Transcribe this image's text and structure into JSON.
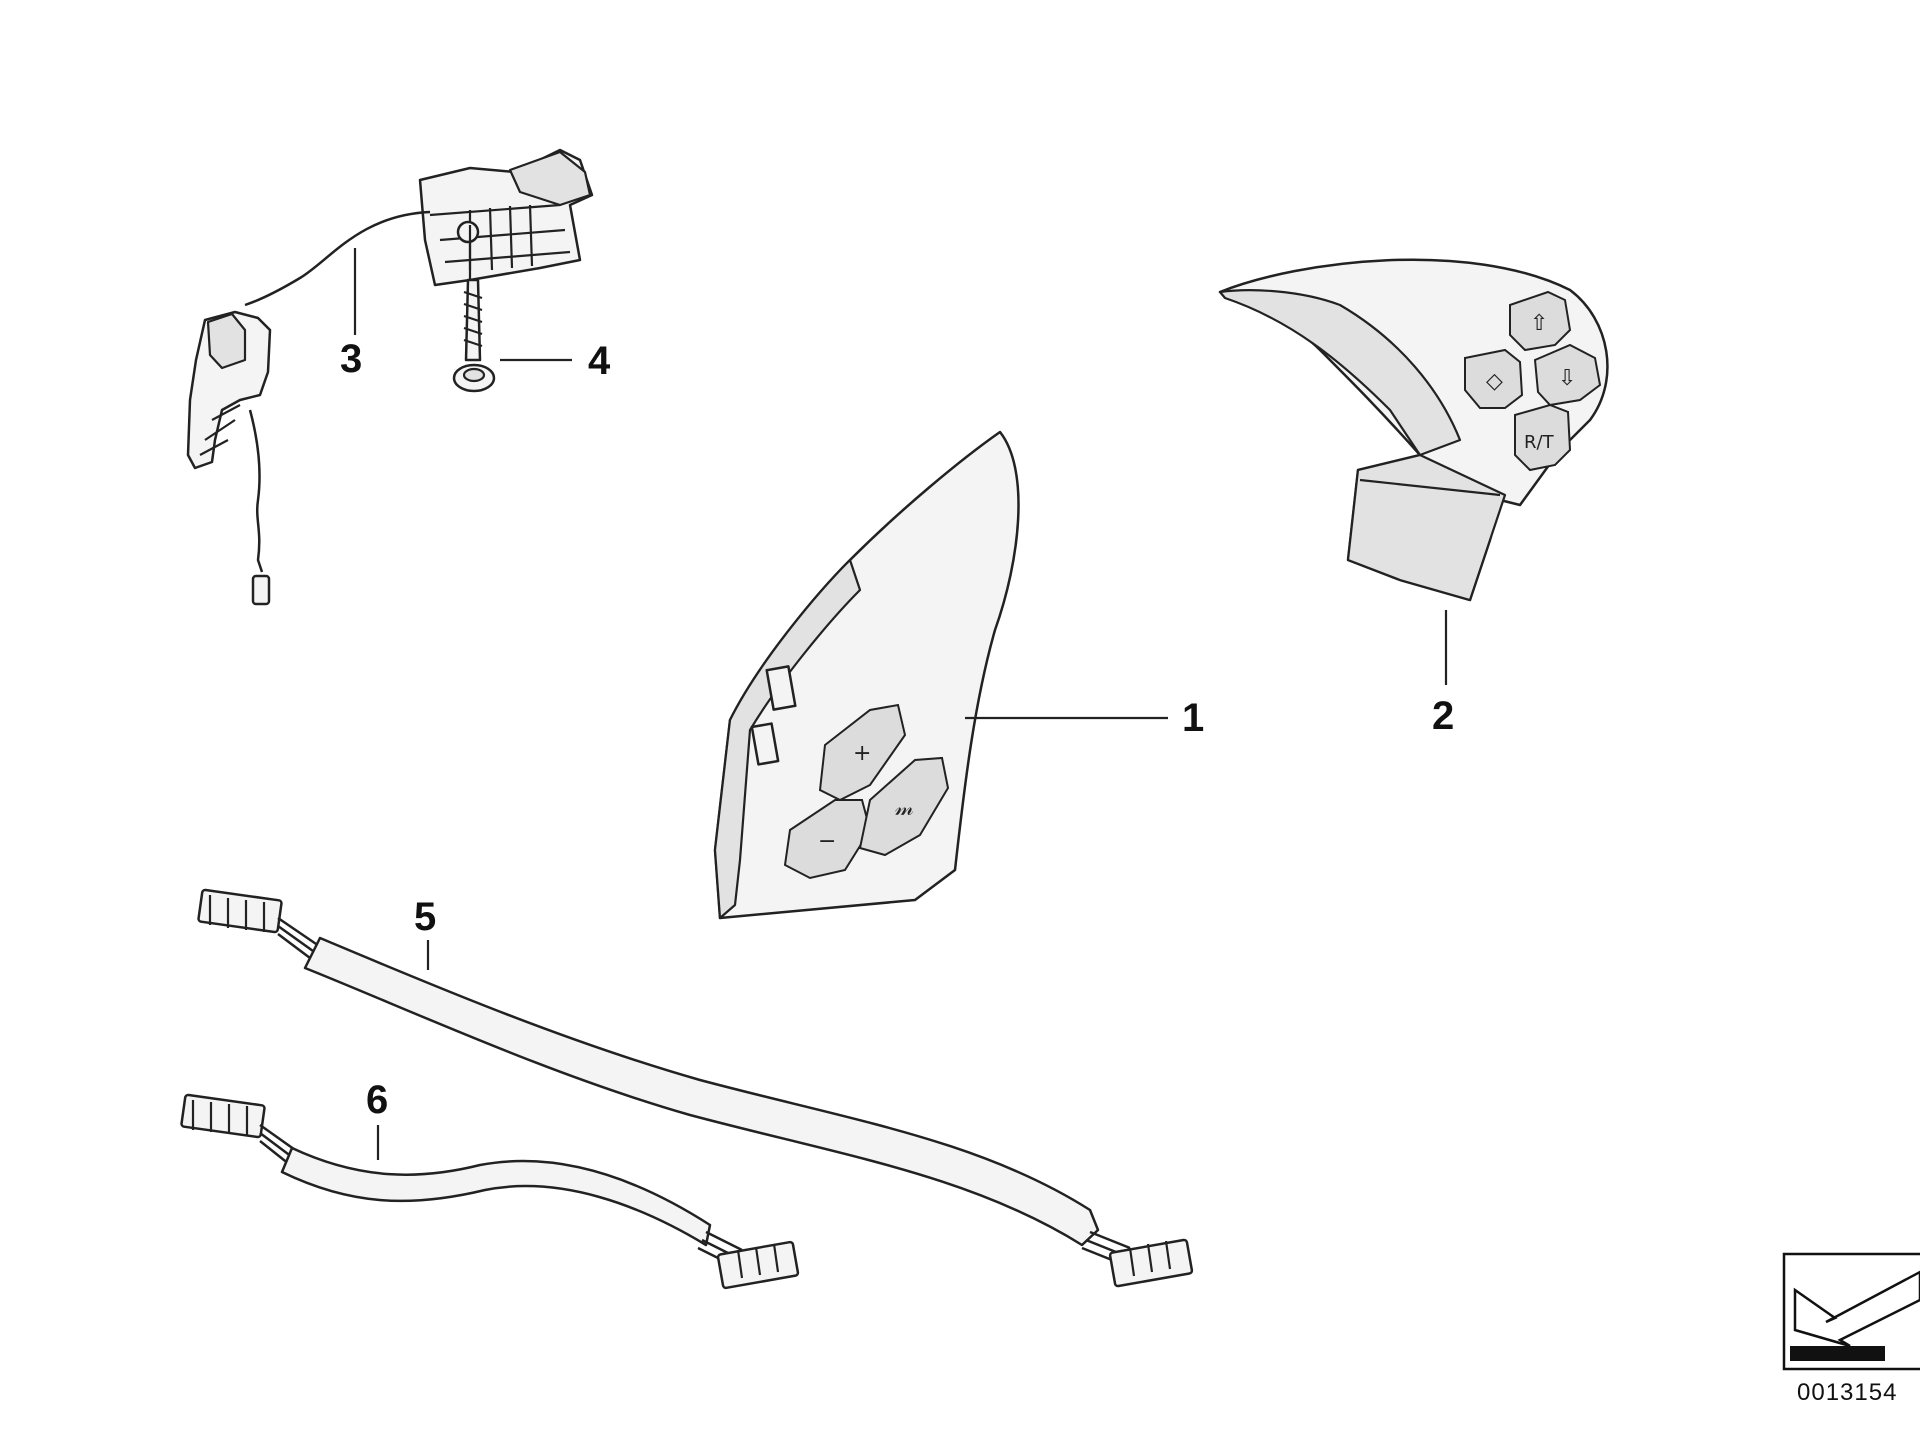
{
  "callouts": {
    "c1": "1",
    "c2": "2",
    "c3": "3",
    "c4": "4",
    "c5": "5",
    "c6": "6"
  },
  "reference_number": "0013154",
  "buttons_part1": {
    "plus": "+",
    "minus": "−",
    "voice": "𝓂"
  },
  "buttons_part2": {
    "left": "◇",
    "up": "⇧",
    "down": "⇩",
    "rt": "R/T"
  }
}
